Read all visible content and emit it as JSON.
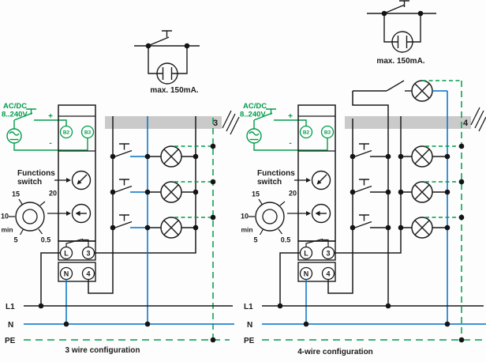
{
  "colors": {
    "green": "#009b4a",
    "blue": "#0072c6",
    "black": "#1a1a1a",
    "conduit_grey": "#cacaca"
  },
  "left": {
    "annotation_max_current": "max. 150mA.",
    "supply_type": "AC/DC",
    "supply_voltage": "8..240V",
    "plus": "+",
    "minus": "-",
    "terminal_b2": "B2",
    "terminal_b3": "B3",
    "functions_line1": "Functions",
    "functions_line2": "switch",
    "dial_15": "15",
    "dial_20": "20",
    "dial_10": "10",
    "dial_min": "min",
    "dial_5": "5",
    "dial_05": "0.5",
    "terminal_l": "L",
    "terminal_3": "3",
    "terminal_n": "N",
    "terminal_4": "4",
    "conduit_count": "3",
    "bus_l1": "L1",
    "bus_n": "N",
    "bus_pe": "PE",
    "caption": "3 wire configuration"
  },
  "right": {
    "annotation_max_current": "max. 150mA.",
    "supply_type": "AC/DC",
    "supply_voltage": "8..240V",
    "plus": "+",
    "minus": "-",
    "terminal_b2": "B2",
    "terminal_b3": "B3",
    "functions_line1": "Functions",
    "functions_line2": "switch",
    "dial_15": "15",
    "dial_20": "20",
    "dial_10": "10",
    "dial_min": "min",
    "dial_5": "5",
    "dial_05": "0.5",
    "terminal_l": "L",
    "terminal_3": "3",
    "terminal_n": "N",
    "terminal_4": "4",
    "conduit_count": "4",
    "bus_l1": "L1",
    "bus_n": "N",
    "bus_pe": "PE",
    "caption": "4-wire configuration"
  }
}
